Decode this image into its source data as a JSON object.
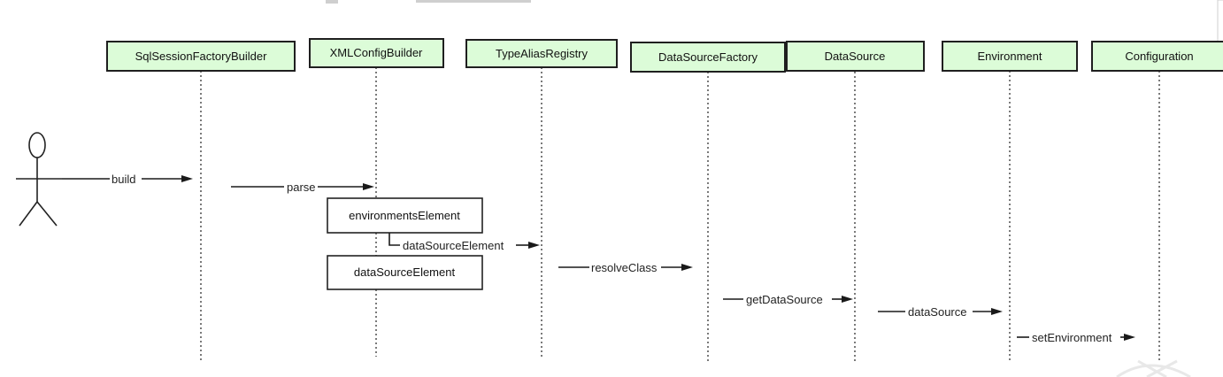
{
  "actor": {
    "label": ""
  },
  "participants": [
    {
      "id": "p1",
      "label": "SqlSessionFactoryBuilder"
    },
    {
      "id": "p2",
      "label": "XMLConfigBuilder"
    },
    {
      "id": "p3",
      "label": "TypeAliasRegistry"
    },
    {
      "id": "p4",
      "label": "DataSourceFactory"
    },
    {
      "id": "p5",
      "label": "DataSource"
    },
    {
      "id": "p6",
      "label": "Environment"
    },
    {
      "id": "p7",
      "label": "Configuration"
    }
  ],
  "messages": [
    {
      "id": "m1",
      "label": "build"
    },
    {
      "id": "m2",
      "label": "parse"
    },
    {
      "id": "m3",
      "label": "dataSourceElement"
    },
    {
      "id": "m4",
      "label": "resolveClass"
    },
    {
      "id": "m5",
      "label": "getDataSource"
    },
    {
      "id": "m6",
      "label": "dataSource"
    },
    {
      "id": "m7",
      "label": "setEnvironment"
    }
  ],
  "activation_boxes": [
    {
      "id": "b1",
      "label": "environmentsElement"
    },
    {
      "id": "b2",
      "label": "dataSourceElement"
    }
  ],
  "colors": {
    "participant_fill": "#dcfcd8",
    "border": "#1f1f1f",
    "line": "#1a1a1a"
  },
  "icons": {
    "actor": "stick-figure-icon",
    "watermark": "close-x-watermark-icon"
  }
}
